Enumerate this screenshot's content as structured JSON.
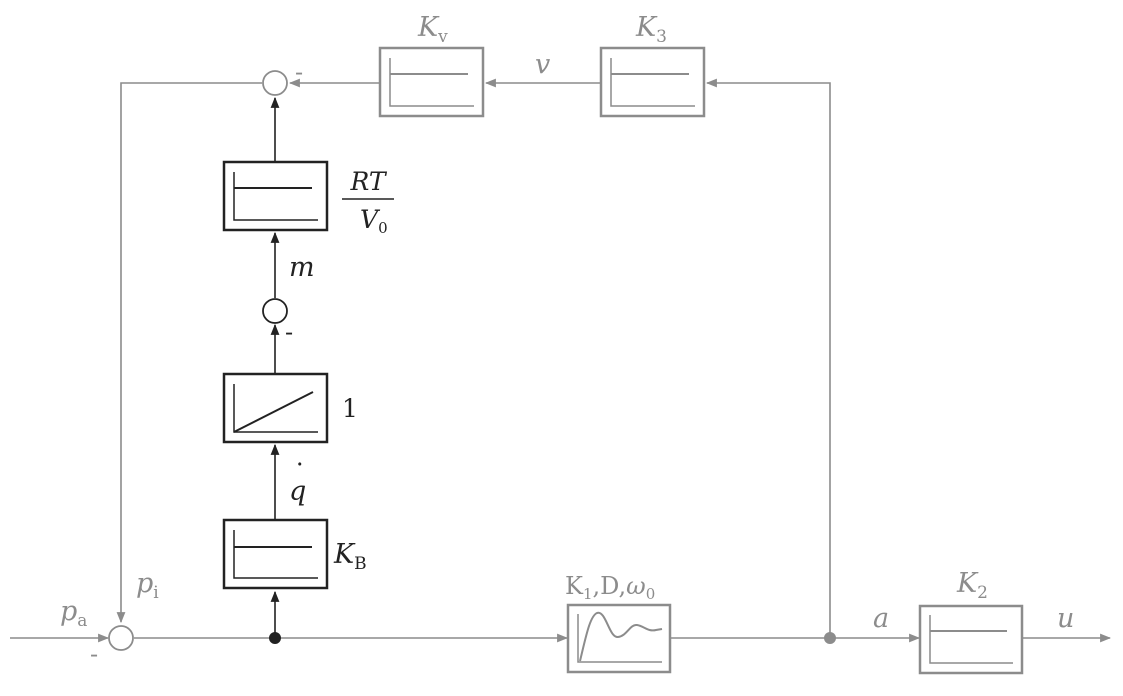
{
  "blocks": {
    "kv": {
      "name": "K",
      "sub": "v"
    },
    "k3": {
      "name": "K",
      "sub": "3"
    },
    "rtv": {
      "num": "RT",
      "den": "V",
      "den_sub": "0"
    },
    "int": {
      "label": "1"
    },
    "kb": {
      "name": "K",
      "sub": "B"
    },
    "k1": {
      "k": "K",
      "k_sub": "1",
      "rest": ",D,",
      "omega": "ω",
      "omega_sub": "0"
    },
    "k2": {
      "name": "K",
      "sub": "2"
    }
  },
  "signals": {
    "v": "v",
    "m": "m",
    "qdot": "q",
    "qdot_accent": "˙",
    "a": "a",
    "u": "u",
    "pa": {
      "name": "p",
      "sub": "a"
    },
    "pi": {
      "name": "p",
      "sub": "i"
    }
  },
  "signs": {
    "minus_top": "-",
    "minus_mid": "-",
    "minus_bottom": "-"
  },
  "colors": {
    "dark": "#222222",
    "gray": "#8c8c8c"
  }
}
